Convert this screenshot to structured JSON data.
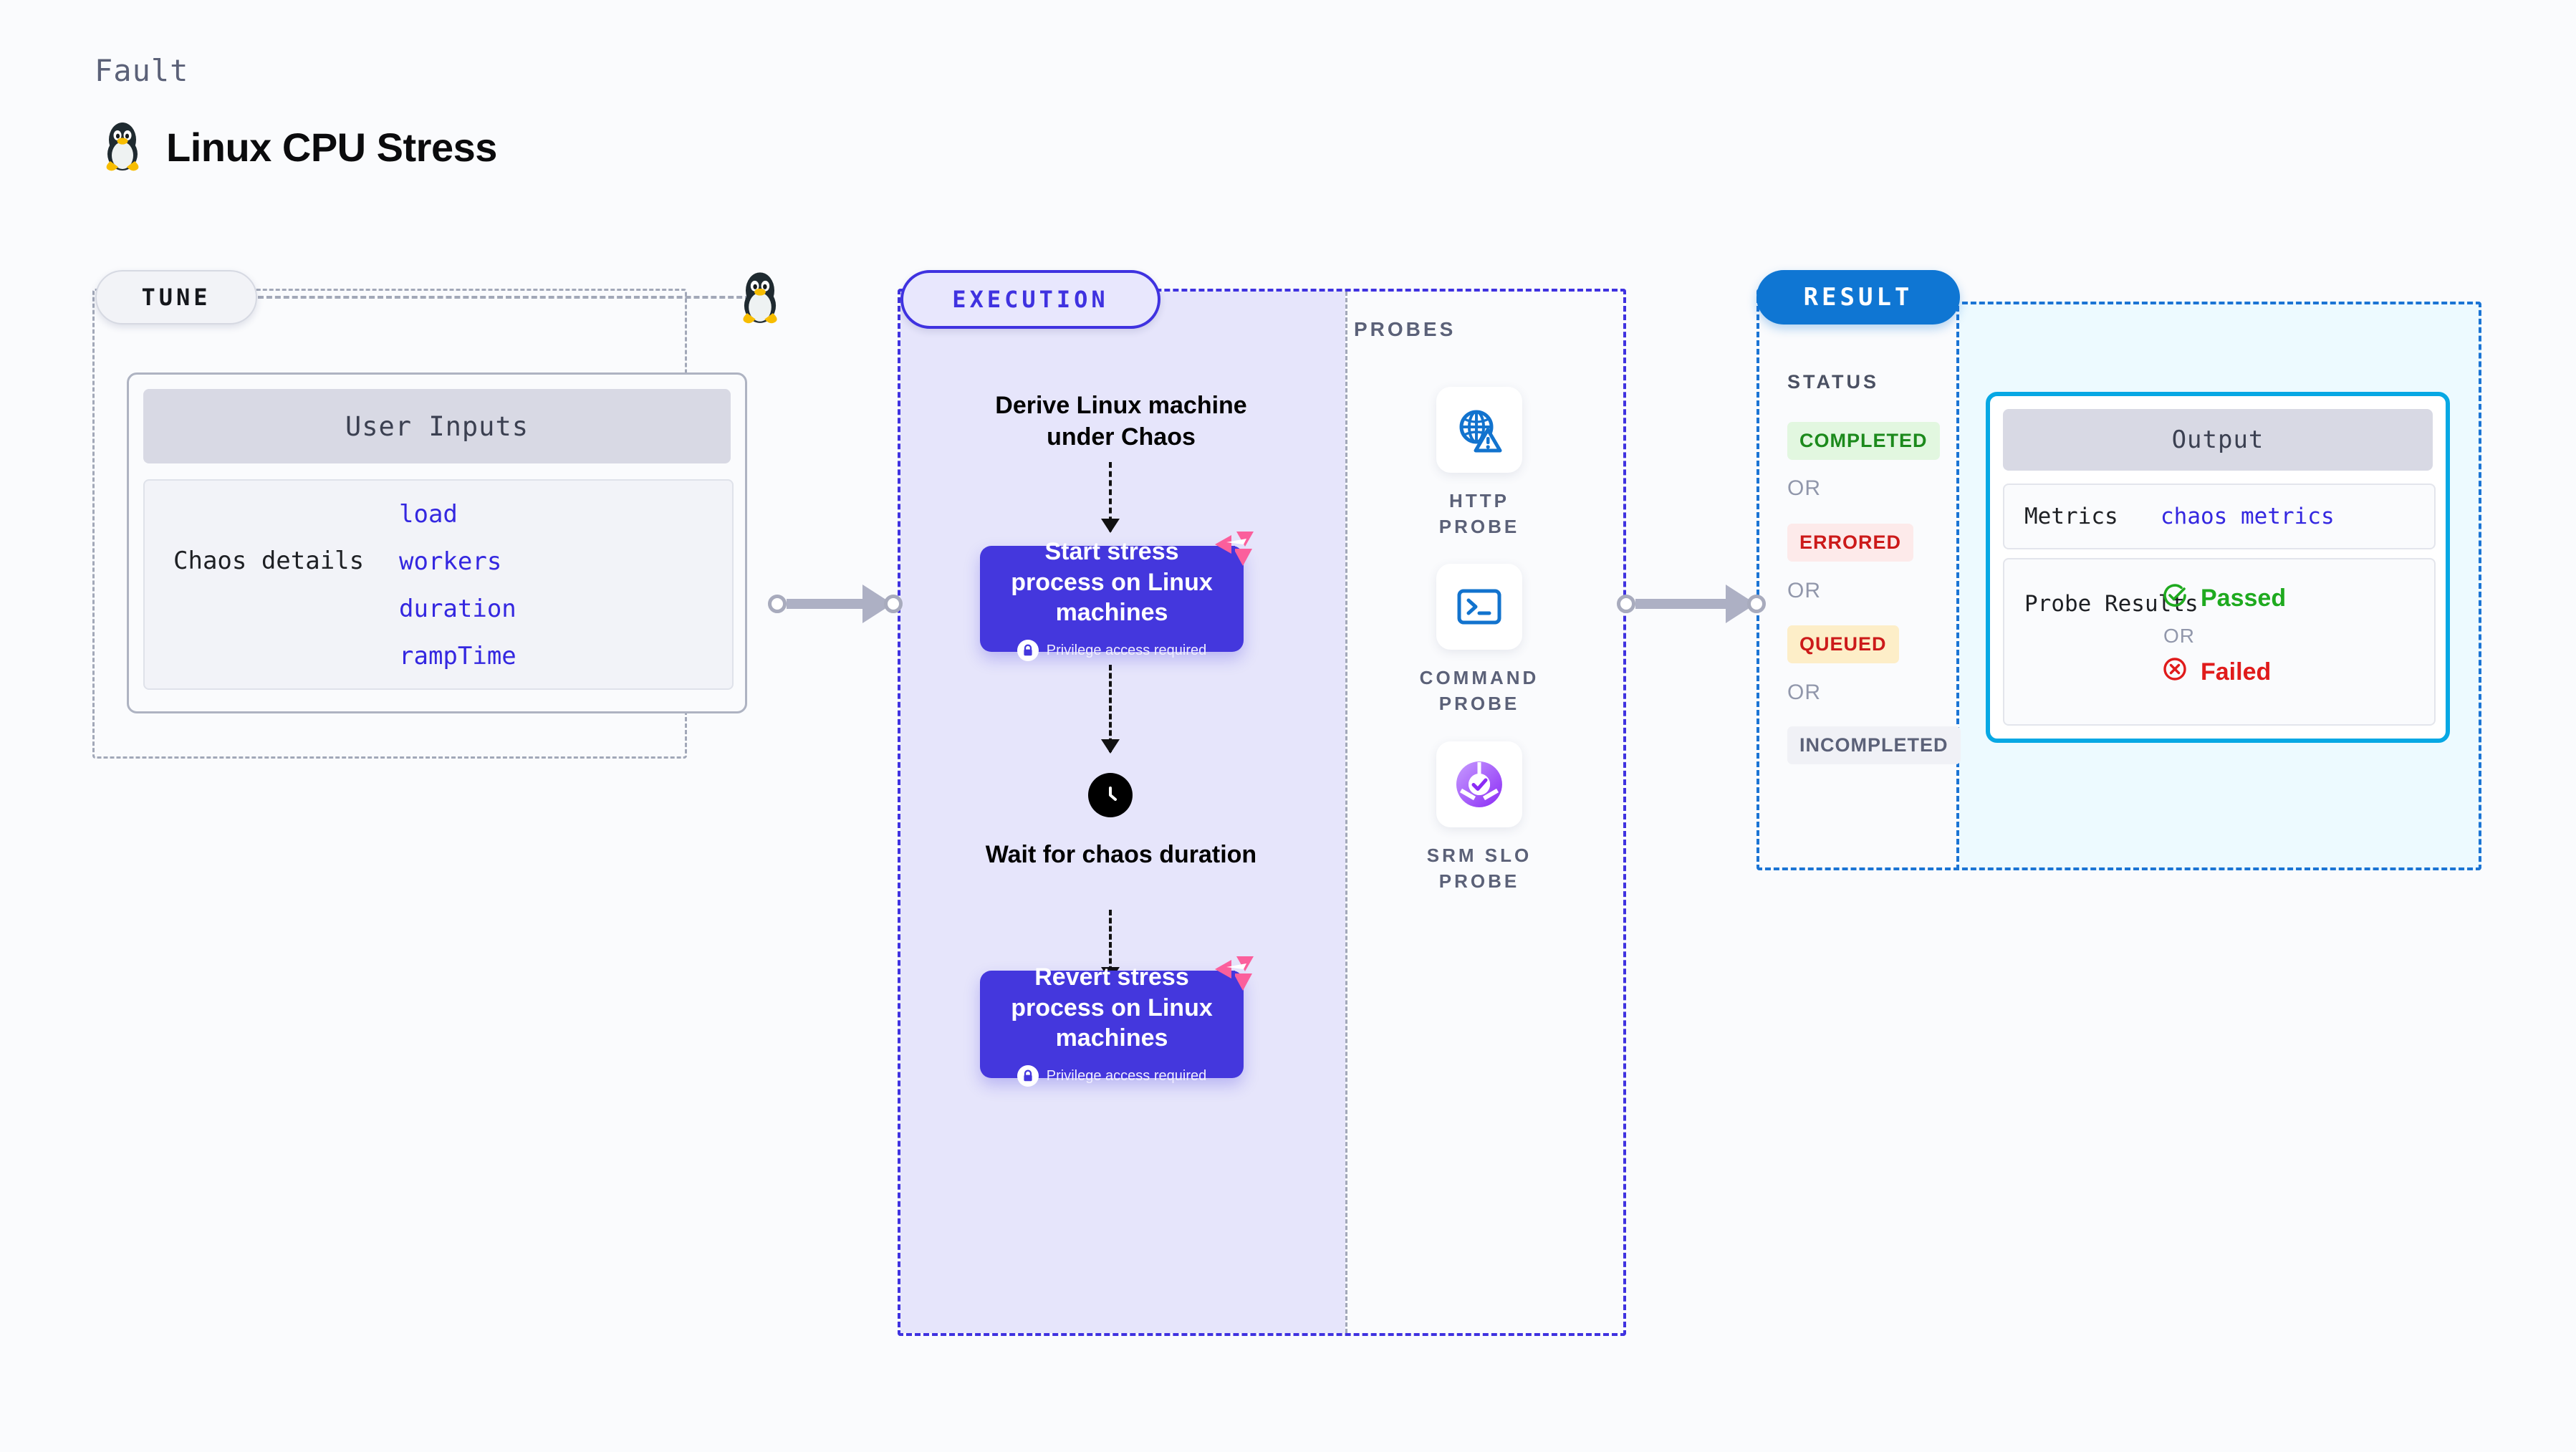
{
  "header": {
    "kicker": "Fault",
    "title": "Linux CPU Stress",
    "icon": "linux-penguin-icon"
  },
  "tune": {
    "pill_label": "TUNE",
    "icon": "linux-penguin-icon",
    "user_inputs_title": "User Inputs",
    "inputs_group_label": "Chaos details",
    "params": [
      "load",
      "workers",
      "duration",
      "rampTime"
    ]
  },
  "execution": {
    "pill_label": "EXECUTION",
    "steps": [
      {
        "type": "text",
        "label": "Derive Linux machine under Chaos"
      },
      {
        "type": "task",
        "label": "Start stress process on Linux machines",
        "note": "Privilege access required",
        "note_icon": "lock-icon",
        "corner_icon": "chaos-fault-icon"
      },
      {
        "type": "wait",
        "label": "Wait for chaos duration",
        "icon": "clock-icon"
      },
      {
        "type": "task",
        "label": "Revert stress process on Linux machines",
        "note": "Privilege access required",
        "note_icon": "lock-icon",
        "corner_icon": "chaos-fault-icon"
      }
    ]
  },
  "probes": {
    "section_label": "PROBES",
    "items": [
      {
        "name": "HTTP PROBE",
        "icon": "globe-warning-icon"
      },
      {
        "name": "COMMAND PROBE",
        "icon": "terminal-icon"
      },
      {
        "name": "SRM SLO PROBE",
        "icon": "slo-check-icon"
      }
    ]
  },
  "result": {
    "pill_label": "RESULT",
    "status_label": "STATUS",
    "or_label": "OR",
    "statuses": [
      {
        "label": "COMPLETED",
        "color": "#1c8a1c",
        "bg": "#e2f7e0"
      },
      {
        "label": "ERRORED",
        "color": "#cc1a1a",
        "bg": "#fdeaea"
      },
      {
        "label": "QUEUED",
        "color": "#cc1a1a",
        "bg": "#fdeec8"
      },
      {
        "label": "INCOMPLETED",
        "color": "#5b6178",
        "bg": "#f0f1f6"
      }
    ],
    "output": {
      "title": "Output",
      "metrics_label": "Metrics",
      "metrics_value": "chaos metrics",
      "probe_results_label": "Probe Results",
      "passed_label": "Passed",
      "passed_icon": "check-circle-icon",
      "failed_label": "Failed",
      "failed_icon": "x-circle-icon",
      "or_label": "OR"
    }
  },
  "colors": {
    "accent_purple": "#3f32e0",
    "task_purple": "#4437dd",
    "result_blue": "#0f76d3",
    "output_border": "#07a8e4",
    "passed_green": "#1faa1f",
    "failed_red": "#e01b1b",
    "chaos_pink": "#f9619c"
  }
}
